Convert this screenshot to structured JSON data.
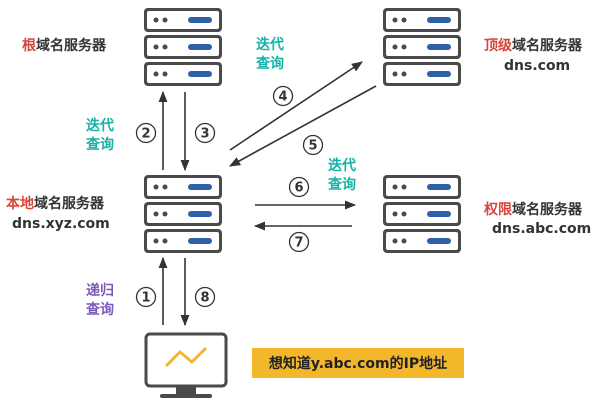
{
  "servers": {
    "root": {
      "highlight": "根",
      "rest": "域名服务器"
    },
    "tld": {
      "highlight": "顶级",
      "rest": "域名服务器",
      "domain": "dns.com"
    },
    "local": {
      "highlight": "本地",
      "rest": "域名服务器",
      "domain": "dns.xyz.com"
    },
    "auth": {
      "highlight": "权限",
      "rest": "域名服务器",
      "domain": "dns.abc.com"
    }
  },
  "query_labels": {
    "iterative_line1": "迭代",
    "iterative_line2": "查询",
    "recursive_line1": "递归",
    "recursive_line2": "查询"
  },
  "steps": [
    "1",
    "2",
    "3",
    "4",
    "5",
    "6",
    "7",
    "8"
  ],
  "client_note": "想知道y.abc.com的IP地址",
  "colors": {
    "server_body": "#4a4a4a",
    "server_bar": "#2f5fa8",
    "highlight_text": "#d9453a",
    "iterative_text": "#17b3a6",
    "recursive_text": "#7e5ab8",
    "note_bg": "#f3b72c",
    "monitor_line": "#f3b72c"
  },
  "icons": [
    "server-icon",
    "monitor-icon",
    "arrow-icon"
  ]
}
